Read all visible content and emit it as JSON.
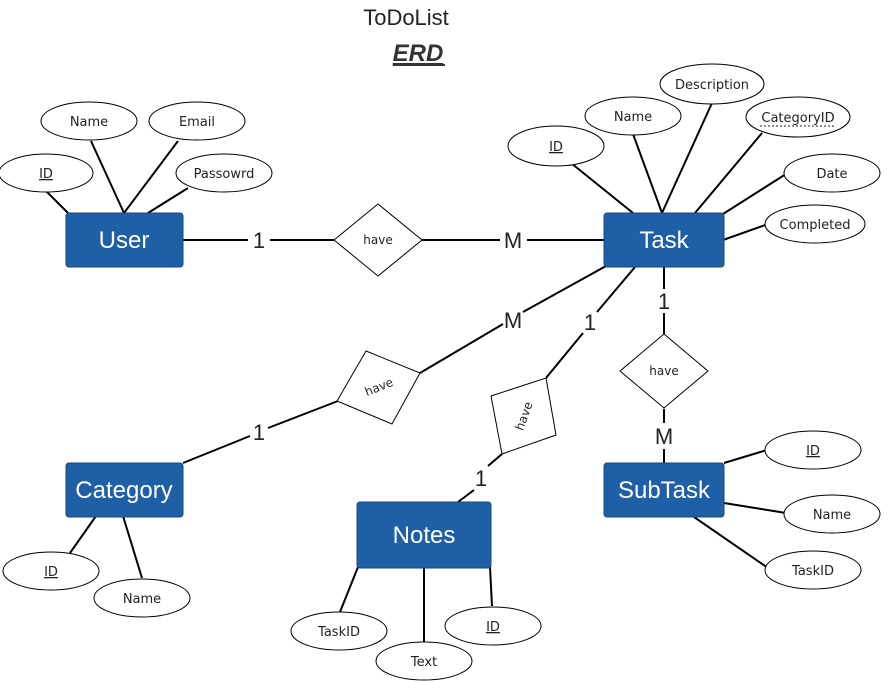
{
  "title": "ToDoList",
  "subtitle": "ERD",
  "entities": {
    "user": "User",
    "task": "Task",
    "category": "Category",
    "notes": "Notes",
    "subtask": "SubTask"
  },
  "attributes": {
    "user_id": "ID",
    "user_name": "Name",
    "user_email": "Email",
    "user_password": "Passowrd",
    "task_id": "ID",
    "task_name": "Name",
    "task_description": "Description",
    "task_categoryid": "CategoryID",
    "task_date": "Date",
    "task_completed": "Completed",
    "category_id": "ID",
    "category_name": "Name",
    "notes_taskid": "TaskID",
    "notes_text": "Text",
    "notes_id": "ID",
    "subtask_id": "ID",
    "subtask_name": "Name",
    "subtask_taskid": "TaskID"
  },
  "relationships": {
    "user_task": "have",
    "task_category": "have",
    "task_notes": "have",
    "task_subtask": "have"
  },
  "cardinalities": {
    "user_side": "1",
    "task_side_user": "M",
    "task_side_category": "M",
    "category_side": "1",
    "task_side_notes": "1",
    "notes_side": "1",
    "task_side_subtask": "1",
    "subtask_side": "M"
  }
}
